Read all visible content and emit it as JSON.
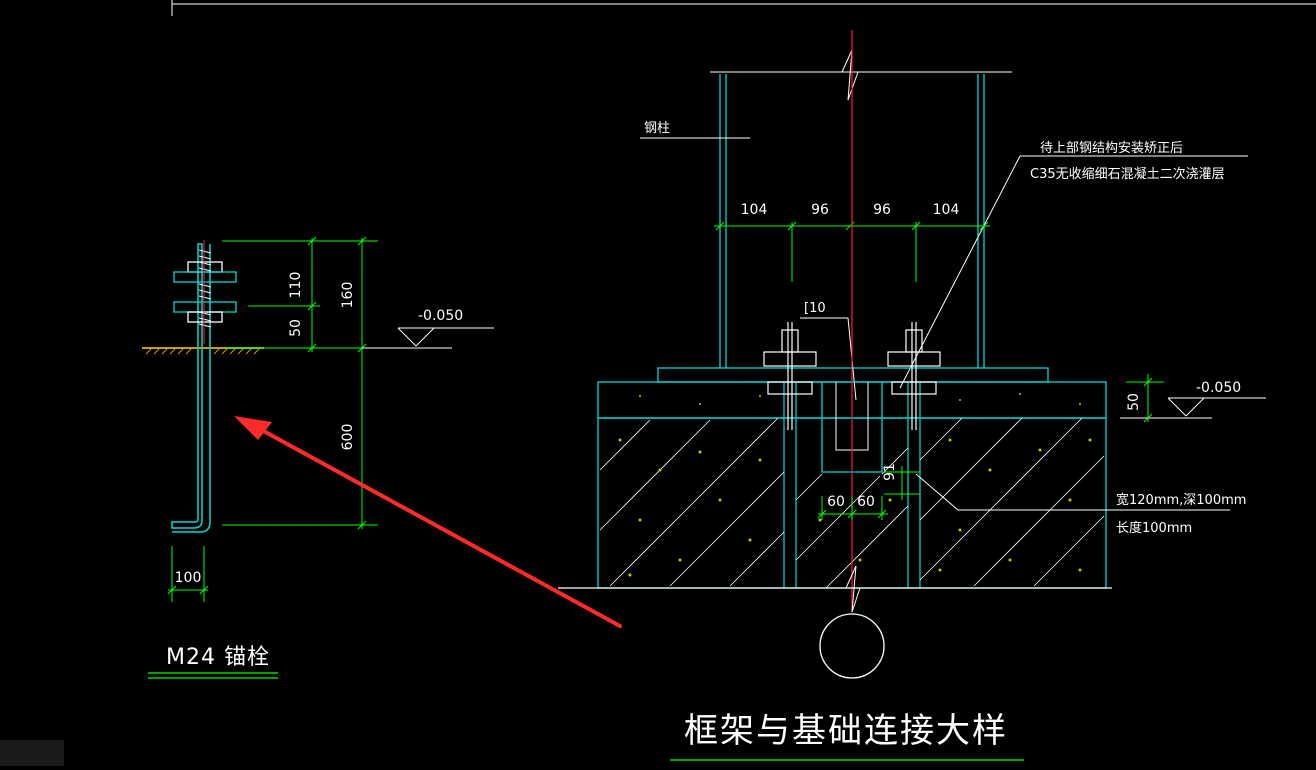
{
  "colors": {
    "background": "#000000",
    "white_line": "#ffffff",
    "cyan_line": "#00d7d7",
    "green_line": "#00ff00",
    "red_line": "#ff2020",
    "yellow_line": "#c8a000",
    "arrow": "#ff2a2a"
  },
  "anchor_detail": {
    "title": "M24 锚栓",
    "dims": {
      "d110": "110",
      "d160": "160",
      "d50": "50",
      "d600": "600",
      "d100": "100"
    },
    "elevation": "-0.050"
  },
  "main_detail": {
    "title": "框架与基础连接大样",
    "steel_column_label": "钢柱",
    "note_line1": "待上部钢结构安装矫正后",
    "note_line2": "C35无收缩细石混凝土二次浇灌层",
    "dims_top": [
      "104",
      "96",
      "96",
      "104"
    ],
    "channel_label": "[10",
    "elevation": "-0.050",
    "dim_50": "50",
    "dim_91": "91",
    "dim_60a": "60",
    "dim_60b": "60",
    "groove_note1": "宽120mm,深100mm",
    "groove_note2": "长度100mm"
  },
  "icons": {
    "pointer_arrow": "red-arrow-icon",
    "grid_bubble": "circle-icon"
  }
}
